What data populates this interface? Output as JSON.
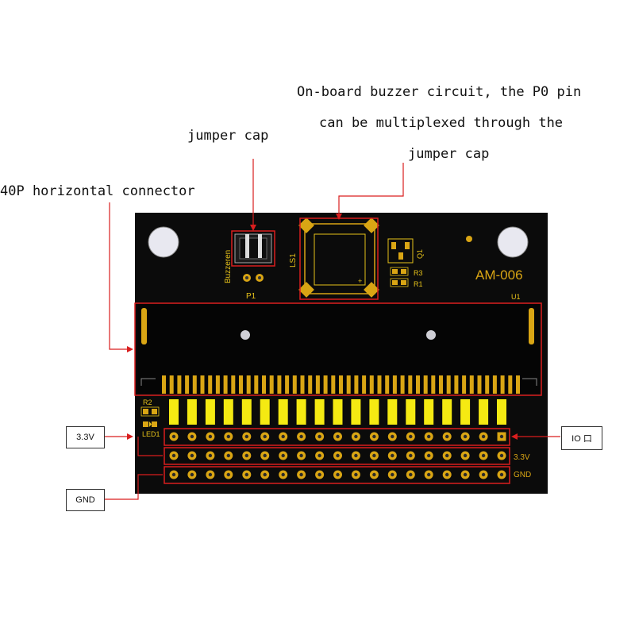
{
  "callouts": {
    "buzzer_line1": "On-board buzzer circuit, the P0 pin",
    "buzzer_line2": "can be multiplexed through the",
    "buzzer_line3": "jumper cap",
    "jumper_cap": "jumper cap",
    "connector": "40P horizontal connector"
  },
  "boxes": {
    "v33": "3.3V",
    "gnd": "GND",
    "io": "IO 口"
  },
  "silkscreen": {
    "model": "AM-006",
    "buzzeren": "Buzzeren",
    "p1": "P1",
    "ls1": "LS1",
    "q1": "Q1",
    "r3": "R3",
    "r1": "R1",
    "u1": "U1",
    "r2": "R2",
    "led1": "LED1",
    "row_33v": "3.3V",
    "row_gnd": "GND"
  },
  "board": {
    "pin_columns": 19,
    "gold_fingers": 47,
    "colors": {
      "board": "#0b0b0b",
      "gold": "#d9a514",
      "pad_yellow": "#f5ea12",
      "highlight": "#d91e1e",
      "silk": "#e6c21a"
    }
  }
}
